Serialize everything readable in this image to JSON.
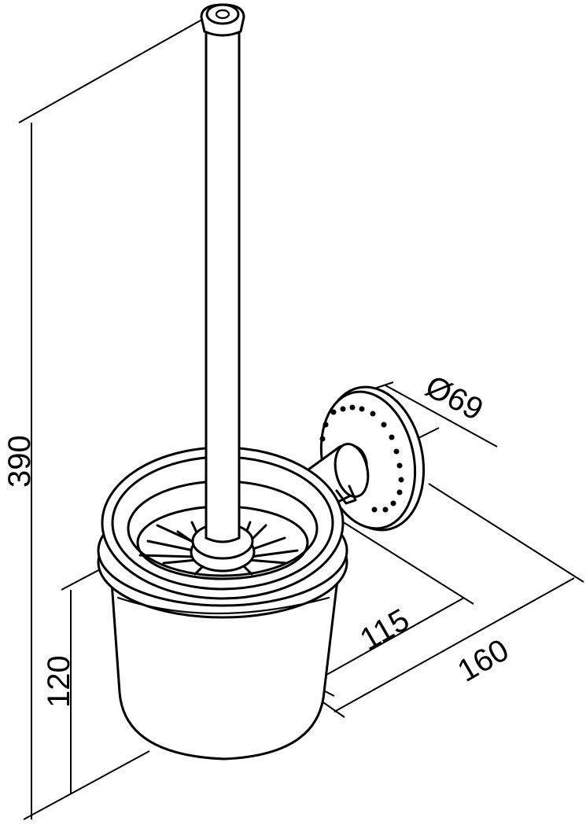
{
  "dimensions": {
    "height_total": "390",
    "height_cup": "120",
    "depth_cup": "115",
    "depth_total": "160",
    "flange_diameter": "Ø69"
  },
  "colors": {
    "stroke": "#000000",
    "background": "#ffffff"
  }
}
